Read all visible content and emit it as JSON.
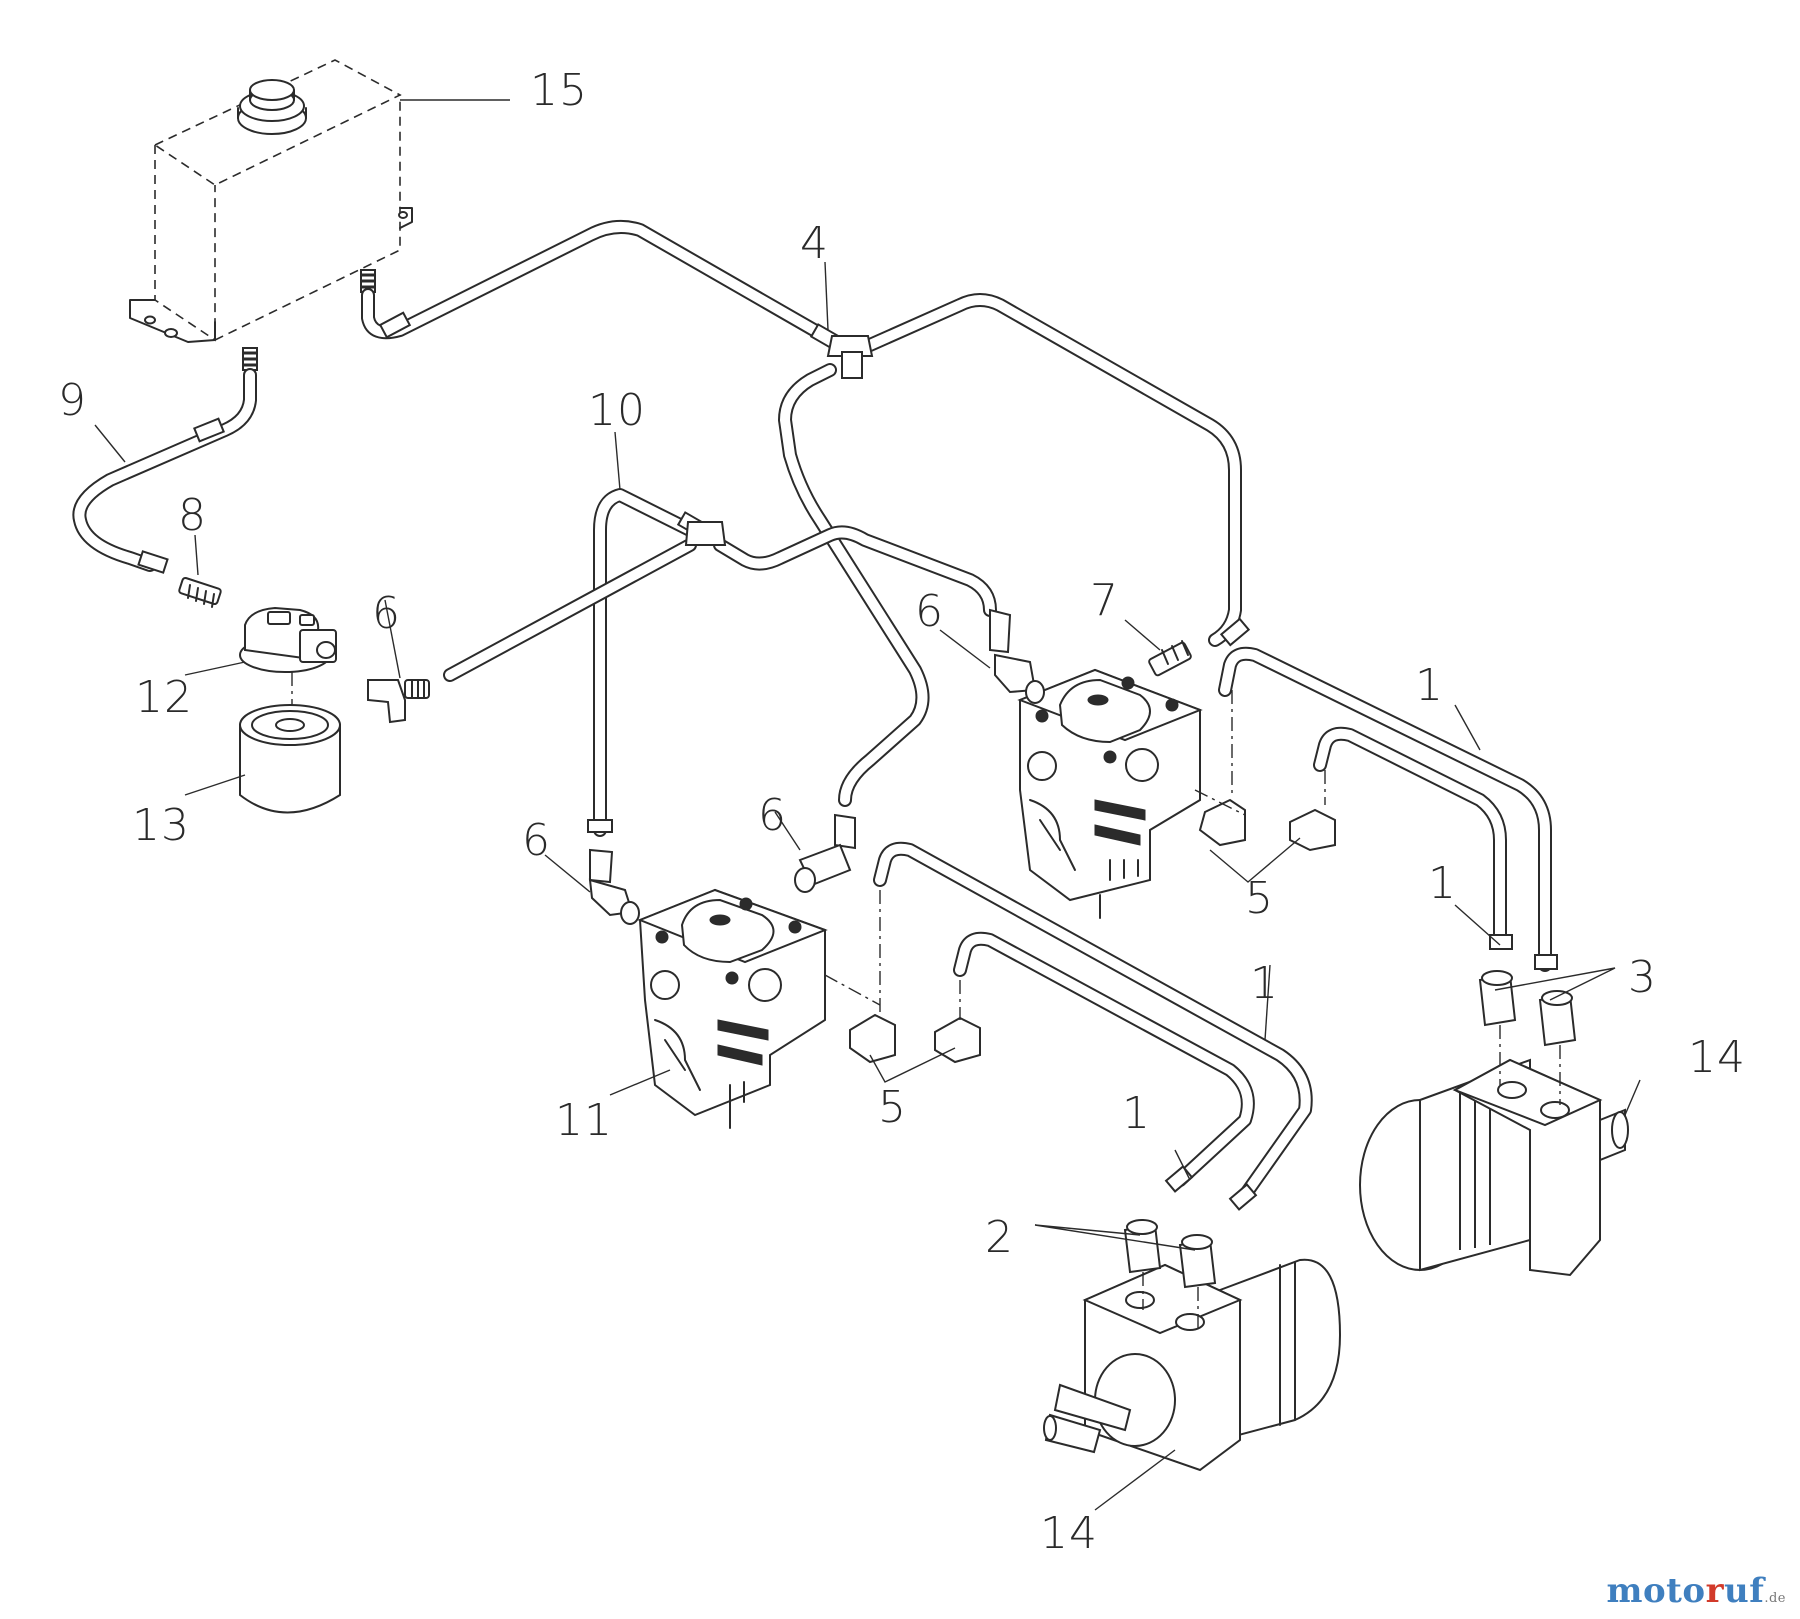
{
  "diagram": {
    "callouts": {
      "c15": "15",
      "c4": "4",
      "c9": "9",
      "c10": "10",
      "c8": "8",
      "c6a": "6",
      "c6b": "6",
      "c6c": "6",
      "c6d": "6",
      "c7": "7",
      "c12": "12",
      "c13": "13",
      "c1a": "1",
      "c1b": "1",
      "c1c": "1",
      "c1d": "1",
      "c5a": "5",
      "c5b": "5",
      "c3": "3",
      "c14a": "14",
      "c14b": "14",
      "c11": "11",
      "c2": "2"
    }
  },
  "watermark": {
    "part_a": "moto",
    "part_b": "r",
    "part_c": "uf",
    "tld": ".de"
  },
  "colors": {
    "line": "#2b2b2b",
    "background": "#ffffff",
    "wm_blue": "#3f7fbf",
    "wm_red": "#d23a2a"
  }
}
